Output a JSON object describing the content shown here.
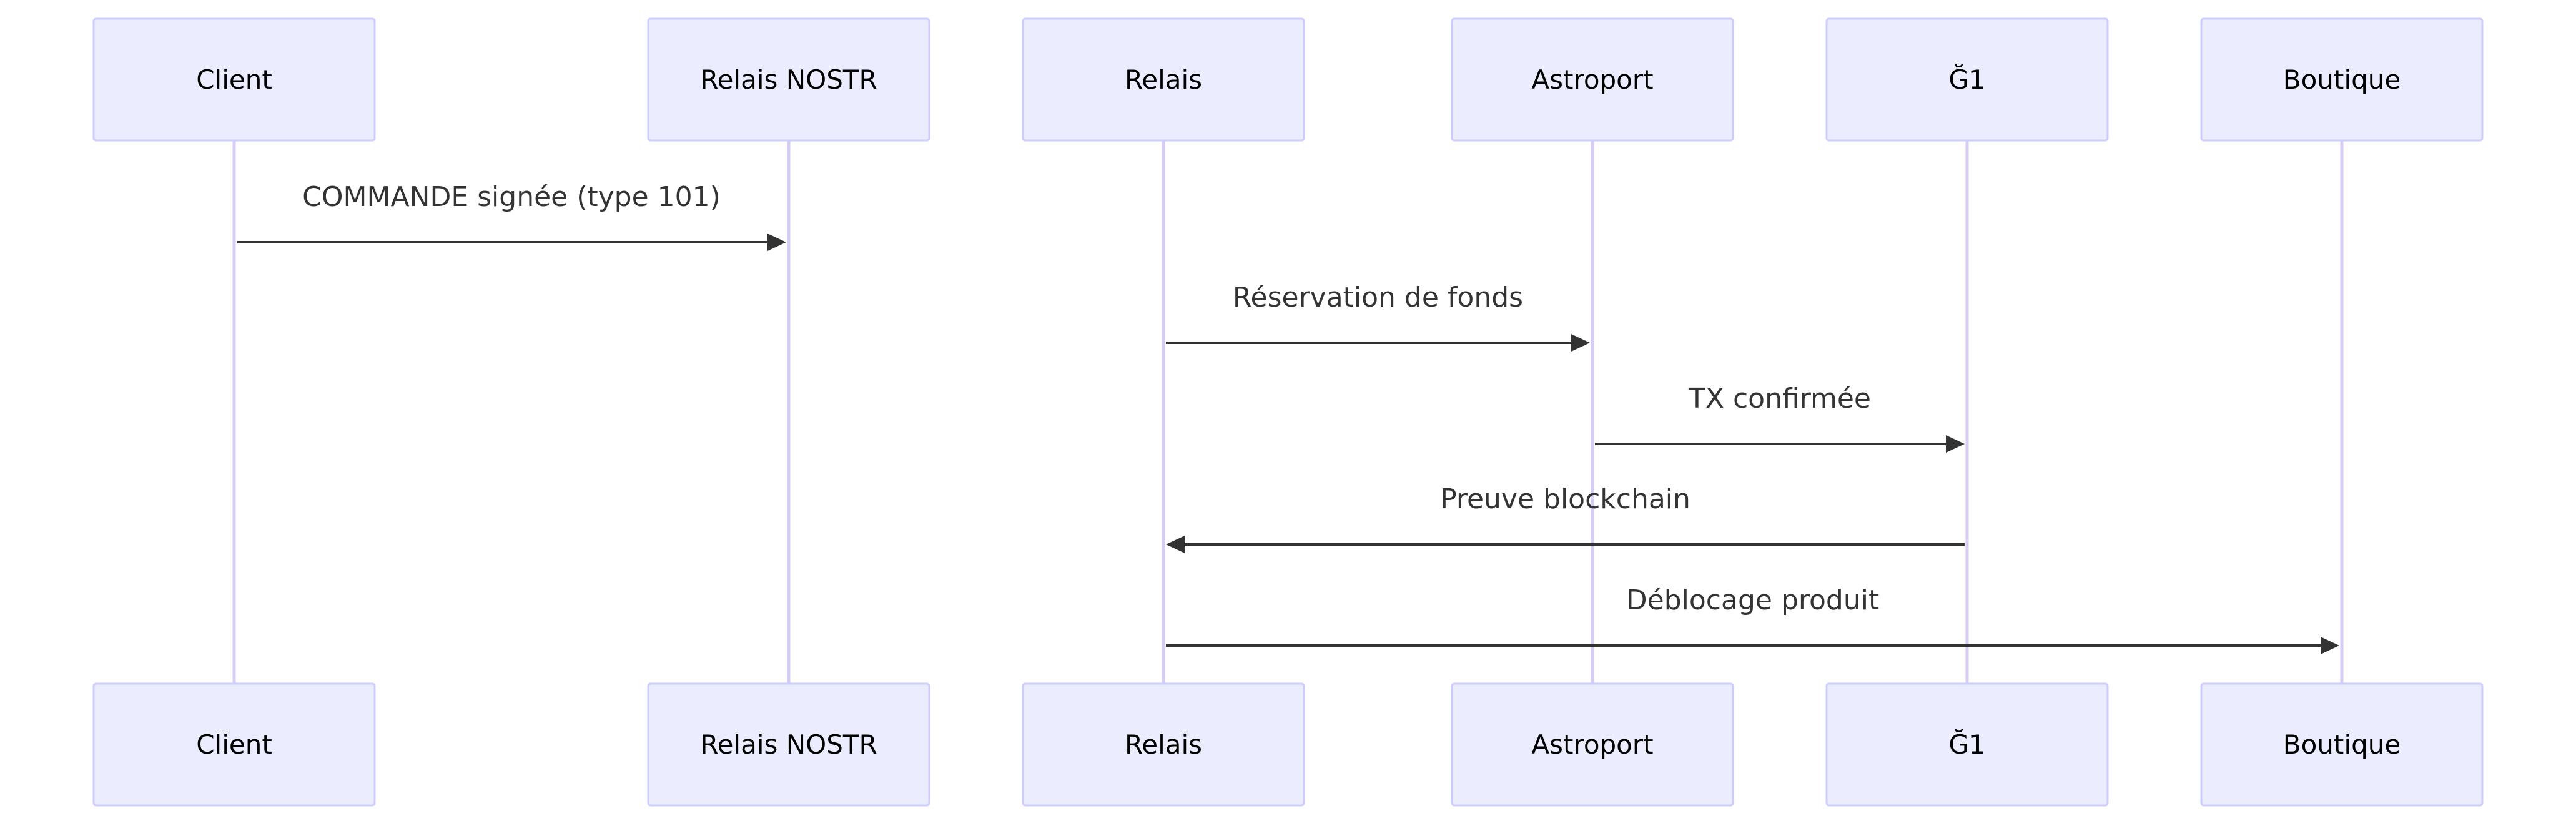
{
  "diagram": {
    "type": "sequence",
    "participants": [
      {
        "id": "client",
        "label": "Client"
      },
      {
        "id": "nostr",
        "label": "Relais NOSTR"
      },
      {
        "id": "relais",
        "label": "Relais"
      },
      {
        "id": "astroport",
        "label": "Astroport"
      },
      {
        "id": "g1",
        "label": "Ğ1"
      },
      {
        "id": "boutique",
        "label": "Boutique"
      }
    ],
    "messages": [
      {
        "from": "client",
        "to": "nostr",
        "label": "COMMANDE signée (type 101)"
      },
      {
        "from": "relais",
        "to": "astroport",
        "label": "Réservation de fonds"
      },
      {
        "from": "astroport",
        "to": "g1",
        "label": "TX confirmée"
      },
      {
        "from": "g1",
        "to": "relais",
        "label": "Preuve blockchain"
      },
      {
        "from": "relais",
        "to": "boutique",
        "label": "Déblocage produit"
      }
    ]
  },
  "colors": {
    "actor_fill": "#ECECFF",
    "actor_stroke": "#CCCCFF",
    "lifeline": "#D6CCF5",
    "arrow": "#333333",
    "text": "#333333"
  }
}
